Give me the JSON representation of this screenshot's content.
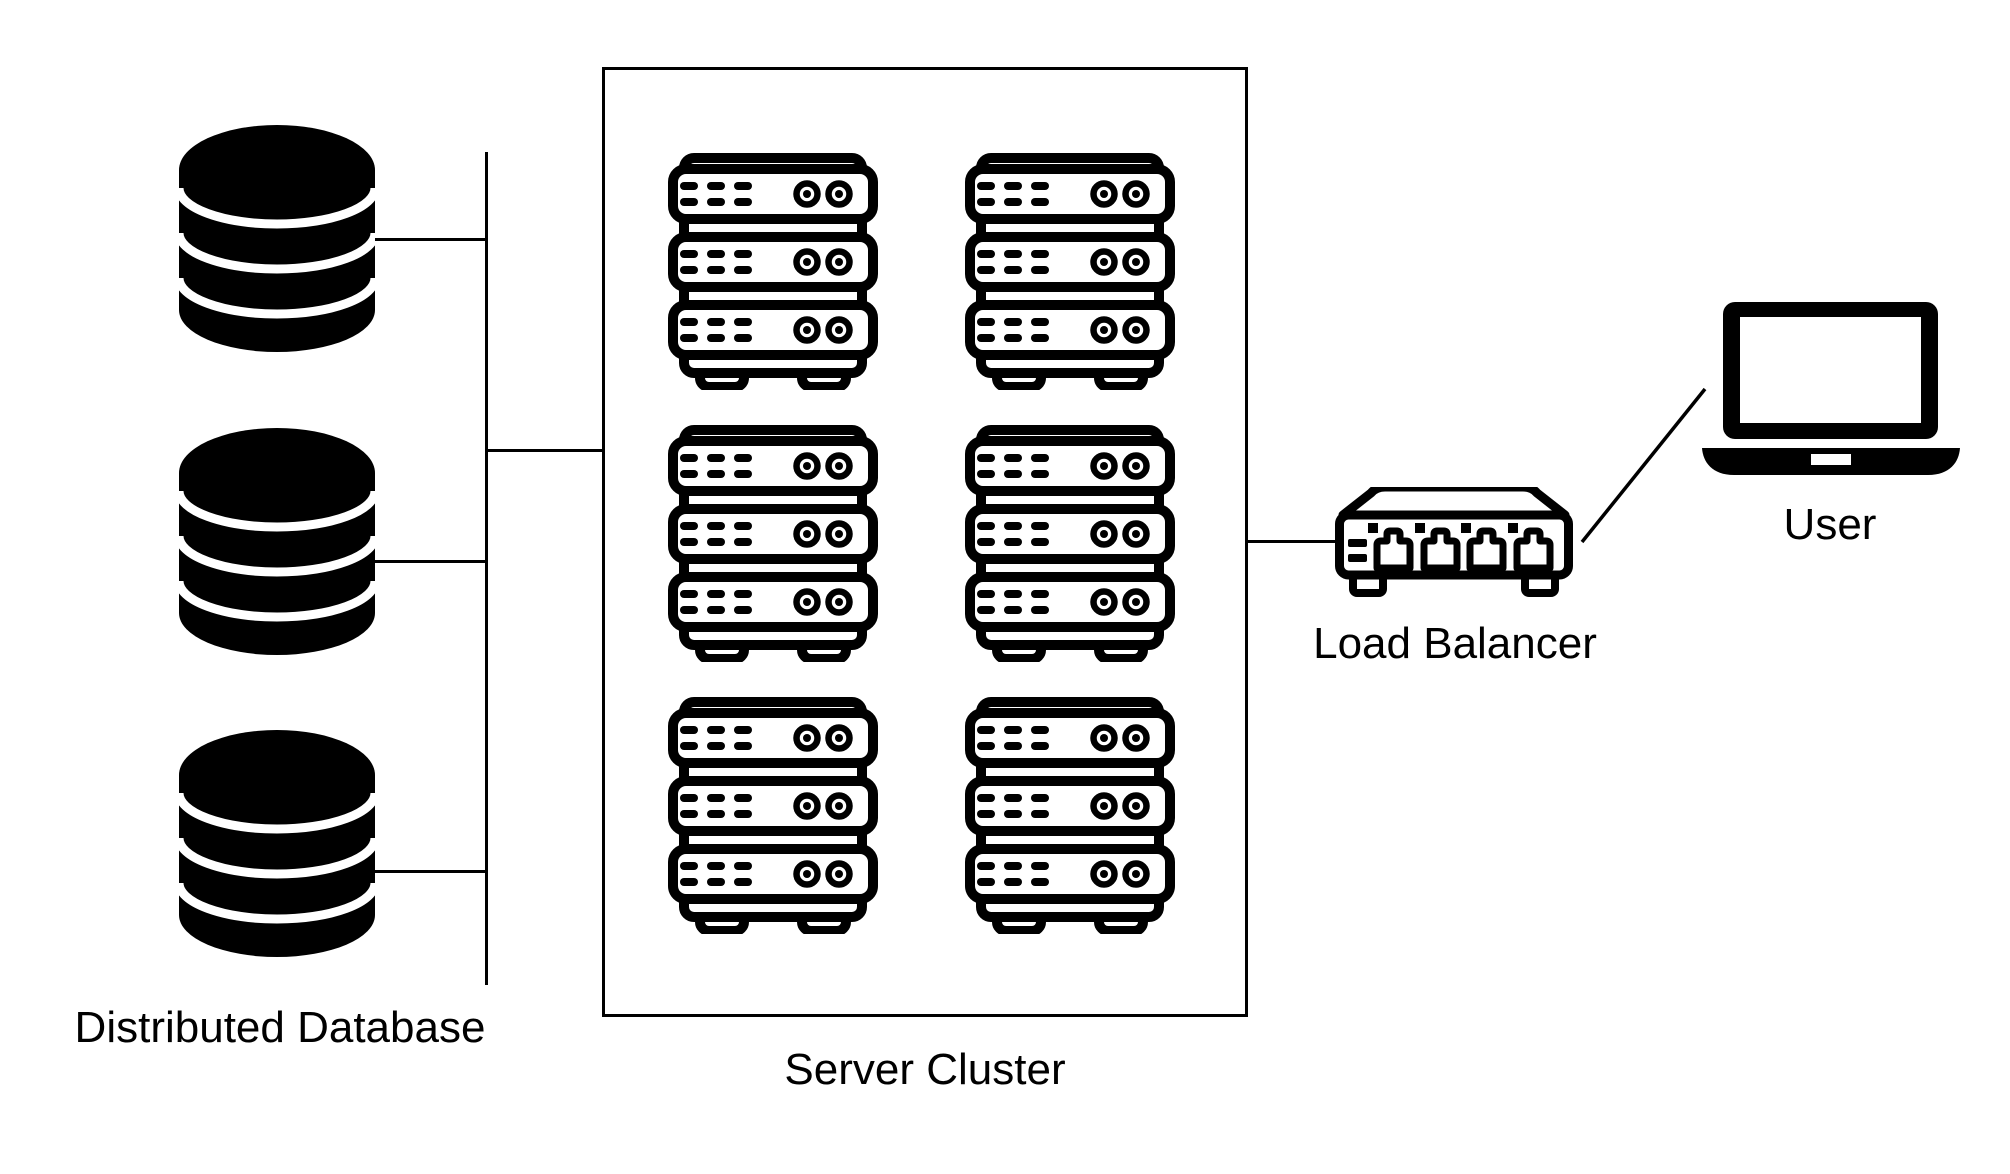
{
  "colors": {
    "foreground": "#000000",
    "background": "#ffffff"
  },
  "nodes": [
    {
      "id": "distributed-database",
      "label": "Distributed Database",
      "icon": "database-icon",
      "icon_count": 3
    },
    {
      "id": "server-cluster",
      "label": "Server Cluster",
      "icon": "server-rack-icon",
      "icon_count": 6,
      "container": "rectangle"
    },
    {
      "id": "load-balancer",
      "label": "Load Balancer",
      "icon": "network-switch-icon",
      "icon_count": 1
    },
    {
      "id": "user",
      "label": "User",
      "icon": "laptop-icon",
      "icon_count": 1
    }
  ],
  "edges": [
    {
      "from": "distributed-database",
      "to": "server-cluster"
    },
    {
      "from": "server-cluster",
      "to": "load-balancer"
    },
    {
      "from": "load-balancer",
      "to": "user"
    }
  ]
}
